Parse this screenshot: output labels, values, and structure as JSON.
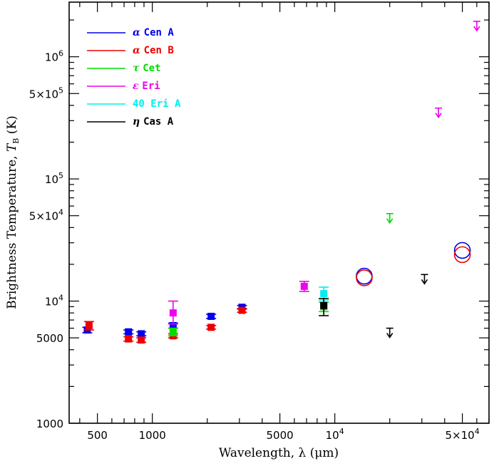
{
  "chart_data": {
    "type": "scatter",
    "xlabel": "Wavelength, λ (μm)",
    "ylabel": "Brightness Temperature, T_B (K)",
    "xscale": "log",
    "yscale": "log",
    "xlim": [
      350,
      70000
    ],
    "ylim": [
      1000,
      2800000
    ],
    "grid": false,
    "legend_position": "top-left",
    "x_ticks": [
      {
        "value": 500,
        "label": "500"
      },
      {
        "value": 1000,
        "label": "1000"
      },
      {
        "value": 5000,
        "label": "5000"
      },
      {
        "value": 10000,
        "label": "10⁴",
        "base": "10",
        "exp": "4"
      },
      {
        "value": 50000,
        "label": "5×10⁴",
        "base": "5×10",
        "exp": "4"
      }
    ],
    "y_ticks": [
      {
        "value": 1000,
        "label": "1000"
      },
      {
        "value": 5000,
        "label": "5000"
      },
      {
        "value": 10000,
        "label": "10⁴",
        "base": "10",
        "exp": "4"
      },
      {
        "value": 50000,
        "label": "5×10⁴",
        "base": "5×10",
        "exp": "4"
      },
      {
        "value": 100000,
        "label": "10⁵",
        "base": "10",
        "exp": "5"
      },
      {
        "value": 500000,
        "label": "5×10⁵",
        "base": "5×10",
        "exp": "5"
      },
      {
        "value": 1000000,
        "label": "10⁶",
        "base": "10",
        "exp": "6"
      }
    ],
    "series": [
      {
        "name": "α Cen A",
        "greek": "α",
        "rest": "Cen A",
        "color": "#0000ee",
        "points": [
          {
            "x": 440,
            "y": 5800,
            "yerr": [
              5500,
              6100
            ],
            "marker": "square"
          },
          {
            "x": 740,
            "y": 5600,
            "yerr": [
              5400,
              5800
            ],
            "marker": "square"
          },
          {
            "x": 870,
            "y": 5400,
            "yerr": [
              5200,
              5600
            ],
            "marker": "square"
          },
          {
            "x": 1300,
            "y": 6300,
            "yerr": [
              6000,
              6600
            ],
            "marker": "square"
          },
          {
            "x": 2100,
            "y": 7500,
            "yerr": [
              7200,
              7800
            ],
            "marker": "square"
          },
          {
            "x": 3100,
            "y": 8900,
            "yerr": [
              8600,
              9200
            ],
            "marker": "square"
          },
          {
            "x": 14500,
            "y": 16000,
            "marker": "open-circle"
          },
          {
            "x": 50000,
            "y": 26000,
            "marker": "open-circle"
          }
        ]
      },
      {
        "name": "α Cen B",
        "greek": "α",
        "rest": "Cen B",
        "color": "#ee0000",
        "points": [
          {
            "x": 450,
            "y": 6300,
            "yerr": [
              5800,
              6800
            ],
            "marker": "square"
          },
          {
            "x": 740,
            "y": 4900,
            "yerr": [
              4700,
              5100
            ],
            "marker": "square"
          },
          {
            "x": 870,
            "y": 4800,
            "yerr": [
              4600,
              5000
            ],
            "marker": "square"
          },
          {
            "x": 1300,
            "y": 5200,
            "yerr": [
              5000,
              5400
            ],
            "marker": "square"
          },
          {
            "x": 2100,
            "y": 6100,
            "yerr": [
              5900,
              6300
            ],
            "marker": "square"
          },
          {
            "x": 3100,
            "y": 8400,
            "yerr": [
              8100,
              8700
            ],
            "marker": "square"
          },
          {
            "x": 14500,
            "y": 15500,
            "marker": "open-circle"
          },
          {
            "x": 50000,
            "y": 24000,
            "marker": "open-circle"
          }
        ]
      },
      {
        "name": "τ Cet",
        "greek": "τ",
        "rest": "Cet",
        "color": "#00dd00",
        "points": [
          {
            "x": 1300,
            "y": 5600,
            "yerr": [
              5200,
              6000
            ],
            "marker": "square"
          },
          {
            "x": 8700,
            "y": 9000,
            "yerr": [
              8200,
              9800
            ],
            "marker": "square"
          },
          {
            "x": 20000,
            "y": 52000,
            "marker": "upper-limit"
          }
        ]
      },
      {
        "name": "ε Eri",
        "greek": "ε",
        "rest": "Eri",
        "color": "#ee00ee",
        "points": [
          {
            "x": 1300,
            "y": 8000,
            "yerr": [
              6500,
              10000
            ],
            "marker": "square"
          },
          {
            "x": 6800,
            "y": 13200,
            "yerr": [
              12000,
              14500
            ],
            "marker": "square"
          },
          {
            "x": 37000,
            "y": 380000,
            "marker": "upper-limit"
          },
          {
            "x": 60000,
            "y": 1950000,
            "marker": "upper-limit"
          }
        ]
      },
      {
        "name": "40 Eri A",
        "greek": "",
        "rest": "40 Eri A",
        "color": "#00eeee",
        "points": [
          {
            "x": 8700,
            "y": 11500,
            "yerr": [
              10200,
              13000
            ],
            "marker": "square"
          }
        ]
      },
      {
        "name": "η Cas A",
        "greek": "η",
        "rest": "Cas A",
        "color": "#000000",
        "points": [
          {
            "x": 8700,
            "y": 9200,
            "yerr": [
              7600,
              10500
            ],
            "marker": "square"
          },
          {
            "x": 20000,
            "y": 6000,
            "marker": "upper-limit"
          },
          {
            "x": 31000,
            "y": 16500,
            "marker": "upper-limit"
          }
        ]
      }
    ]
  }
}
